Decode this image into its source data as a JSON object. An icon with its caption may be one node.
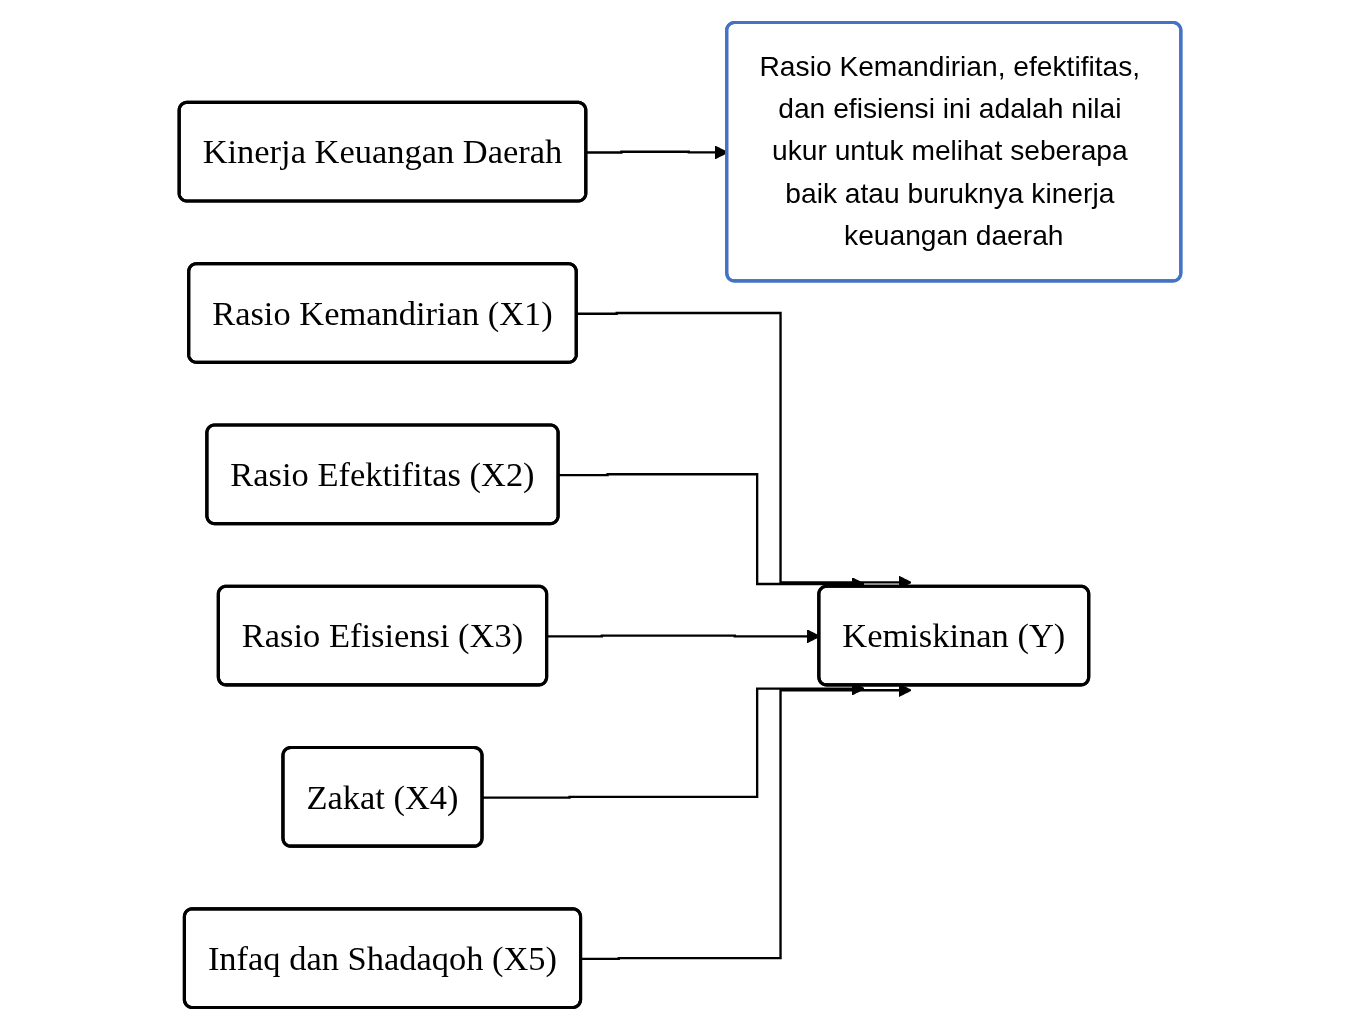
{
  "diagram": {
    "nodes": [
      {
        "text": [
          "Kinerja Keuangan Daerah"
        ]
      },
      {
        "text": [
          "Rasio Kemandirian, efektifitas, dan efisiensi ini adalah nilai ukur untuk melihat seberapa baik atau buruknya kinerja keuangan daerah"
        ]
      },
      {
        "text": [
          "Rasio Kemandirian (X1)"
        ]
      },
      {
        "text": [
          "Rasio Efektifitas (X2)"
        ]
      },
      {
        "text": [
          "Rasio Efisiensi (X3)"
        ]
      },
      {
        "text": [
          "Zakat (X4)"
        ]
      },
      {
        "text": [
          "Infaq dan Shadaqoh (X5)"
        ]
      },
      {
        "text": [
          "Kemiskinan (Y)"
        ]
      }
    ],
    "edges": [
      {
        "from": 0,
        "to": 1,
        "arrow": "to"
      },
      {
        "from": 2,
        "to": 7,
        "arrow": "to"
      },
      {
        "from": 3,
        "to": 7,
        "arrow": "to"
      },
      {
        "from": 4,
        "to": 7,
        "arrow": "to"
      },
      {
        "from": 5,
        "to": 7,
        "arrow": "to"
      },
      {
        "from": 6,
        "to": 7,
        "arrow": "to"
      }
    ]
  }
}
